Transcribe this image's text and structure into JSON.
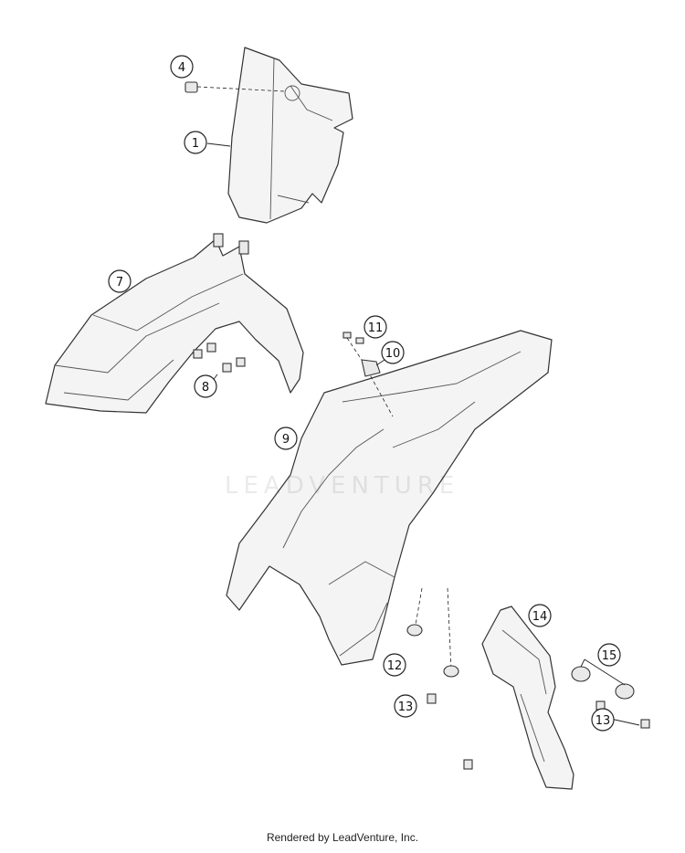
{
  "callouts": {
    "c1": "1",
    "c4": "4",
    "c7": "7",
    "c8": "8",
    "c9": "9",
    "c10": "10",
    "c11": "11",
    "c12": "12",
    "c13a": "13",
    "c13b": "13",
    "c14": "14",
    "c15": "15"
  },
  "watermark": "LEADVENTURE",
  "footer": "Rendered by LeadVenture, Inc."
}
